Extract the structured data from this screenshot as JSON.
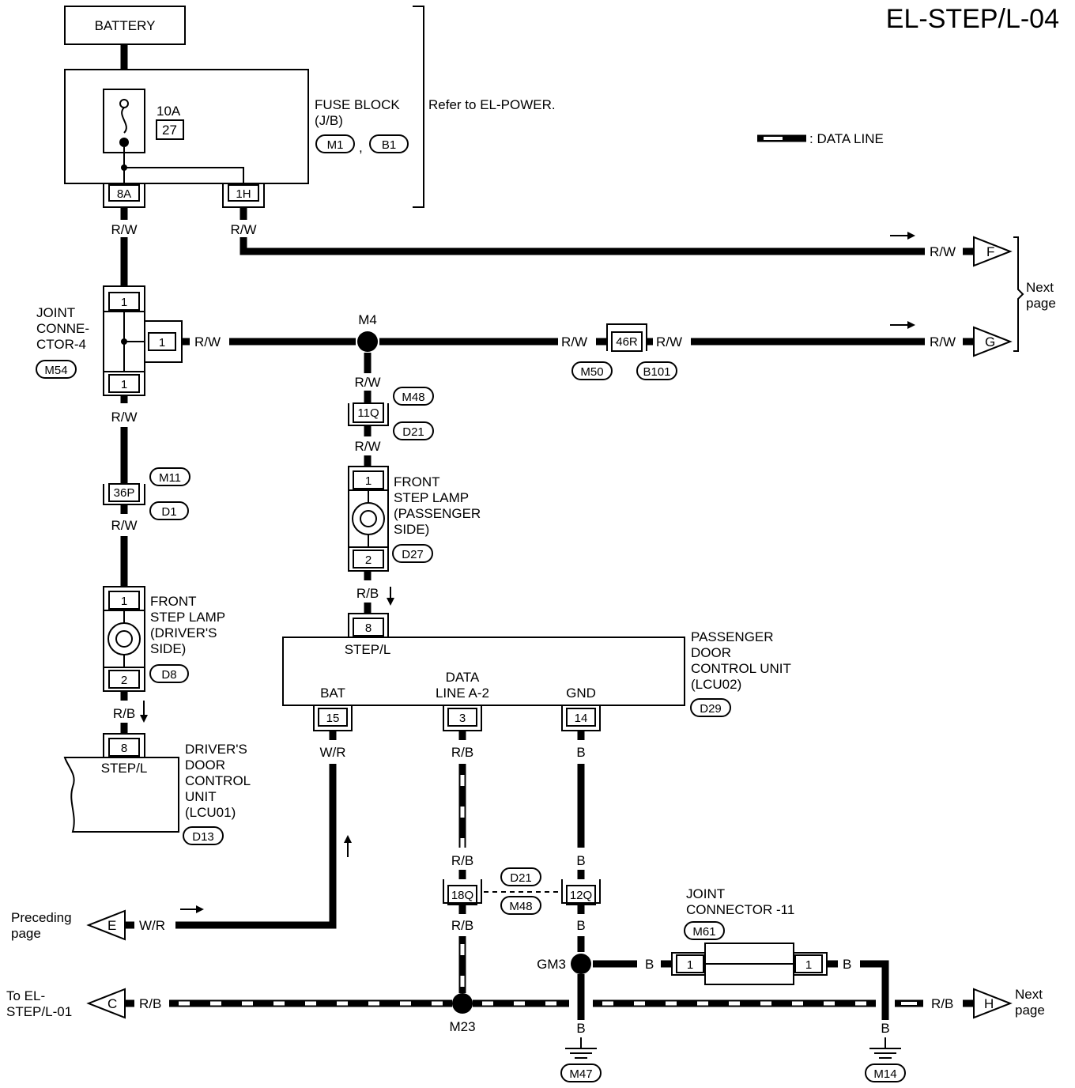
{
  "page_id": "EL-STEP/L-04",
  "legend": {
    "data_line": ": DATA LINE"
  },
  "battery": "BATTERY",
  "fuse": {
    "rating": "10A",
    "number": "27",
    "name_1": "FUSE BLOCK",
    "name_2": "(J/B)",
    "conn_1": "M1",
    "sep": ",",
    "conn_2": "B1",
    "pin_a": "8A",
    "pin_b": "1H",
    "refer": "Refer to EL-POWER."
  },
  "wires": {
    "rw": "R/W",
    "rb": "R/B",
    "wr": "W/R",
    "b": "B"
  },
  "joint4": {
    "name_1": "JOINT",
    "name_2": "CONNE-",
    "name_3": "CTOR-4",
    "conn": "M54",
    "pin": "1"
  },
  "offpage": {
    "f": "F",
    "g": "G",
    "h": "H",
    "e": "E",
    "c": "C",
    "next_1": "Next",
    "next_2": "page",
    "prec_1": "Preceding",
    "prec_2": "page",
    "to_1": "To EL-",
    "to_2": "STEP/L-01"
  },
  "splices": {
    "m4": "M4",
    "m23": "M23",
    "gm3": "GM3"
  },
  "inline": {
    "c46r": "46R",
    "m50": "M50",
    "b101": "B101",
    "c11q": "11Q",
    "m48": "M48",
    "d21": "D21",
    "c36p": "36P",
    "m11": "M11",
    "d1": "D1",
    "c18q": "18Q",
    "c12q": "12Q"
  },
  "lamp_pass": {
    "name_1": "FRONT",
    "name_2": "STEP LAMP",
    "name_3": "(PASSENGER",
    "name_4": " SIDE)",
    "conn": "D27",
    "pin1": "1",
    "pin2": "2"
  },
  "lamp_drv": {
    "name_1": "FRONT",
    "name_2": "STEP LAMP",
    "name_3": "(DRIVER'S",
    "name_4": " SIDE)",
    "conn": "D8",
    "pin1": "1",
    "pin2": "2"
  },
  "pdcu": {
    "name_1": "PASSENGER",
    "name_2": "DOOR",
    "name_3": "CONTROL UNIT",
    "name_4": "(LCU02)",
    "conn": "D29",
    "step_pin": "8",
    "step_lbl": "STEP/L",
    "bat_lbl": "BAT",
    "data_1": "DATA",
    "data_2": "LINE A-2",
    "gnd_lbl": "GND",
    "pin_bat": "15",
    "pin_data": "3",
    "pin_gnd": "14"
  },
  "ddcu": {
    "name_1": "DRIVER'S",
    "name_2": "DOOR",
    "name_3": "CONTROL",
    "name_4": "UNIT",
    "name_5": "(LCU01)",
    "conn": "D13",
    "pin": "8",
    "step_lbl": "STEP/L"
  },
  "joint11": {
    "name_1": "JOINT",
    "name_2": "CONNECTOR -11",
    "conn": "M61",
    "pin": "1"
  },
  "grounds": {
    "m47": "M47",
    "m14": "M14"
  }
}
